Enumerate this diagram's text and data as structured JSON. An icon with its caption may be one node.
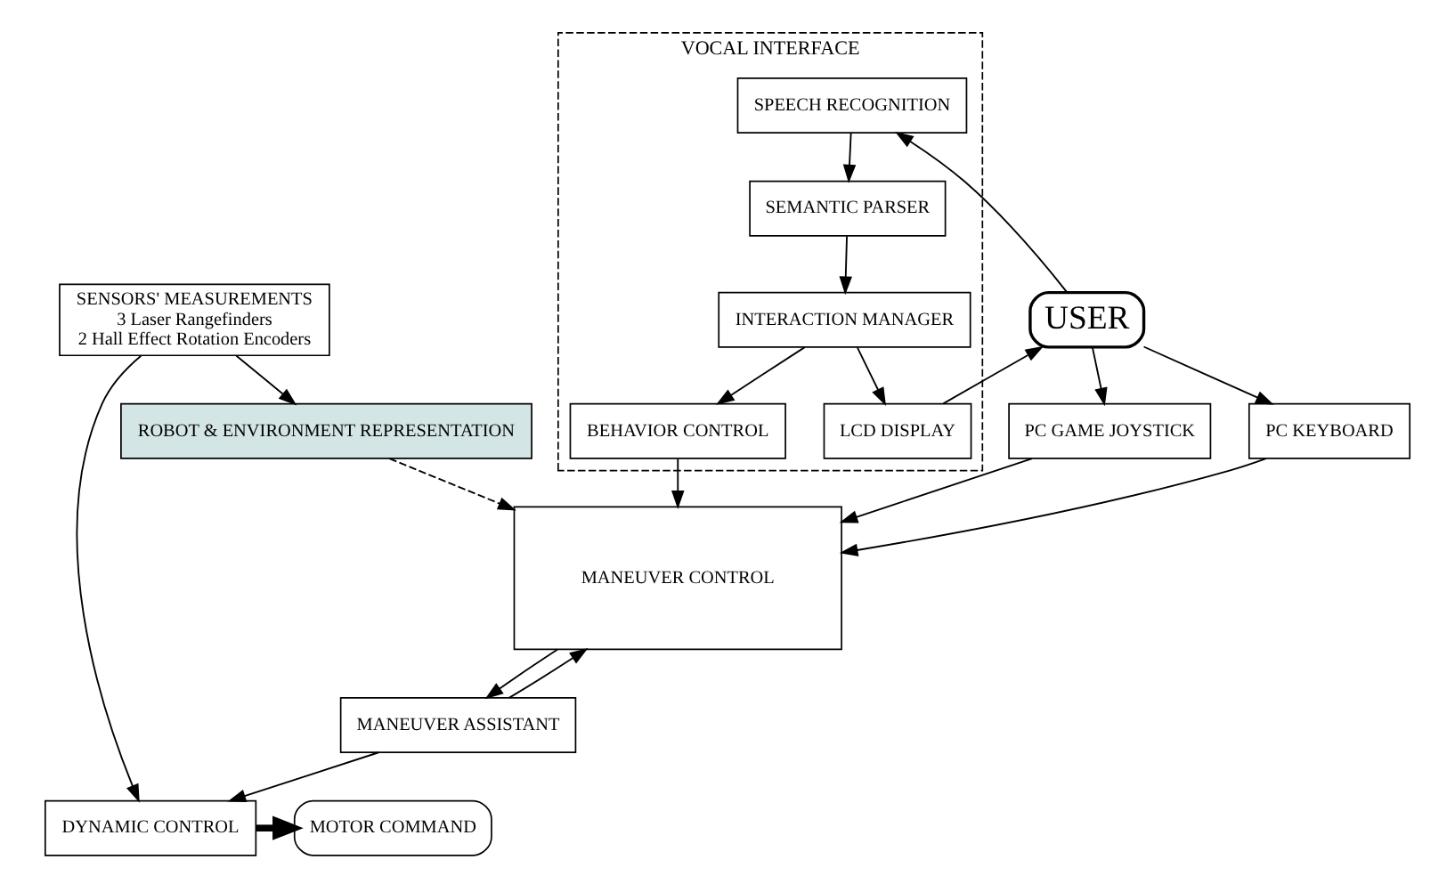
{
  "diagram": {
    "nodes": [
      {
        "text": [
          "SENSORS' MEASUREMENTS",
          "3 Laser Rangefinders",
          "2 Hall Effect Rotation Encoders"
        ]
      },
      {
        "text": [
          "USER"
        ]
      },
      {
        "text": [
          "VOCAL INTERFACE"
        ]
      },
      {
        "text": [
          "SPEECH RECOGNITION"
        ],
        "in": 2
      },
      {
        "text": [
          "SEMANTIC PARSER"
        ],
        "in": 2
      },
      {
        "text": [
          "LCD DISPLAY"
        ],
        "in": 2
      },
      {
        "text": [
          "INTERACTION MANAGER"
        ],
        "in": 2
      },
      {
        "text": [
          "BEHAVIOR CONTROL"
        ],
        "in": 2
      },
      {
        "text": [
          "ROBOT & ENVIRONMENT REPRESENTATION"
        ]
      },
      {
        "text": [
          "PC GAME JOYSTICK"
        ]
      },
      {
        "text": [
          "PC KEYBOARD"
        ]
      },
      {
        "text": [
          "MANEUVER CONTROL"
        ]
      },
      {
        "text": [
          "MANEUVER ASSISTANT"
        ]
      },
      {
        "text": [
          "DYNAMIC CONTROL"
        ]
      },
      {
        "text": [
          "MOTOR COMMAND"
        ]
      }
    ],
    "edges": [
      {
        "from": 0,
        "to": 8,
        "arrow": "to"
      },
      {
        "from": 0,
        "to": 13,
        "arrow": "to"
      },
      {
        "from": 1,
        "to": 9,
        "arrow": "to"
      },
      {
        "from": 1,
        "to": 10,
        "arrow": "to"
      },
      {
        "from": 1,
        "to": 3,
        "arrow": "to"
      },
      {
        "from": 5,
        "to": 1,
        "arrow": "to"
      },
      {
        "from": 3,
        "to": 4,
        "arrow": "to"
      },
      {
        "from": 4,
        "to": 6,
        "arrow": "to"
      },
      {
        "from": 6,
        "to": 5,
        "arrow": "to"
      },
      {
        "from": 6,
        "to": 7,
        "arrow": "to"
      },
      {
        "from": 7,
        "to": 11,
        "arrow": "to"
      },
      {
        "from": 9,
        "to": 11,
        "arrow": "to"
      },
      {
        "from": 10,
        "to": 11,
        "arrow": "to"
      },
      {
        "from": 8,
        "to": 11,
        "arrow": "to",
        "style": "dashed"
      },
      {
        "from": 11,
        "to": 12,
        "arrow": "to"
      },
      {
        "from": 12,
        "to": 11,
        "arrow": "to"
      },
      {
        "from": 12,
        "to": 13,
        "arrow": "to"
      },
      {
        "from": 13,
        "to": 14,
        "arrow": "to",
        "style": "thick"
      }
    ]
  }
}
